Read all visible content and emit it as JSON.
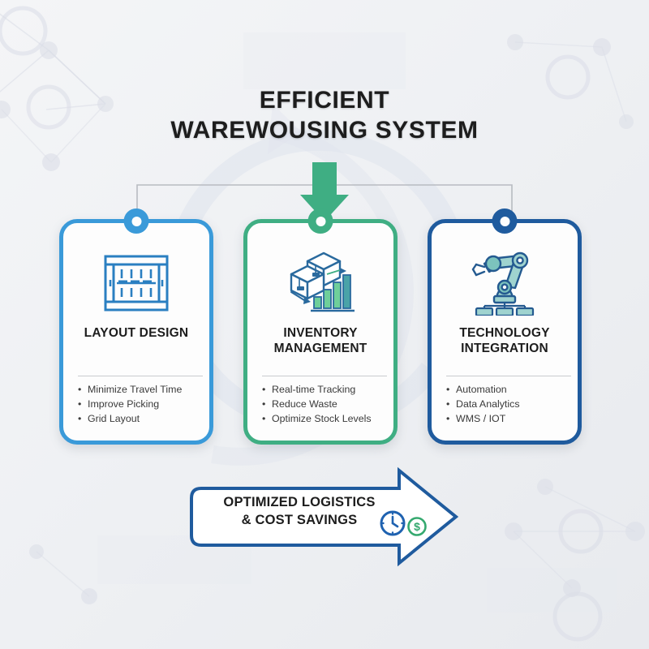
{
  "title": {
    "line1": "EFFICIENT",
    "line2": "WAREWOUSING SYSTEM"
  },
  "colors": {
    "card1_border": "#3a9ad9",
    "card2_border": "#3fae83",
    "card3_border": "#1f5b9e",
    "background": "#eef0f3",
    "arrow_green": "#3fae83",
    "banner_outline": "#1f5b9e",
    "heading_text": "#1d1d1d",
    "body_text": "#3a3a3a",
    "divider": "#c9cbcf",
    "connector_line": "#b8bbc1"
  },
  "connector": {
    "down_arrow_icon": "arrow-down-icon"
  },
  "cards": [
    {
      "id": "layout-design",
      "heading": "LAYOUT DESIGN",
      "icon": "warehouse-rack-icon",
      "accent": "#3a9ad9",
      "bullets": [
        "Minimize Travel Time",
        "Improve Picking",
        "Grid Layout"
      ]
    },
    {
      "id": "inventory-management",
      "heading_line1": "INVENTORY",
      "heading_line2": "MANAGEMENT",
      "heading": "INVENTORY MANAGEMENT",
      "icon": "boxes-bar-chart-icon",
      "accent": "#3fae83",
      "bullets": [
        "Real-time Tracking",
        "Reduce Waste",
        "Optimize Stock Levels"
      ]
    },
    {
      "id": "technology-integration",
      "heading_line1": "TECHNOLOGY",
      "heading_line2": "INTEGRATION",
      "heading": "TECHNOLOGY INTEGRATION",
      "icon": "robotic-arm-icon",
      "accent": "#1f5b9e",
      "bullets": [
        "Automation",
        "Data Analytics",
        "WMS / IOT"
      ]
    }
  ],
  "banner": {
    "line1": "OPTIMIZED LOGISTICS",
    "line2": "& COST SAVINGS",
    "icons": [
      "clock-icon",
      "dollar-circle-icon"
    ],
    "shape": "right-arrow-banner"
  }
}
